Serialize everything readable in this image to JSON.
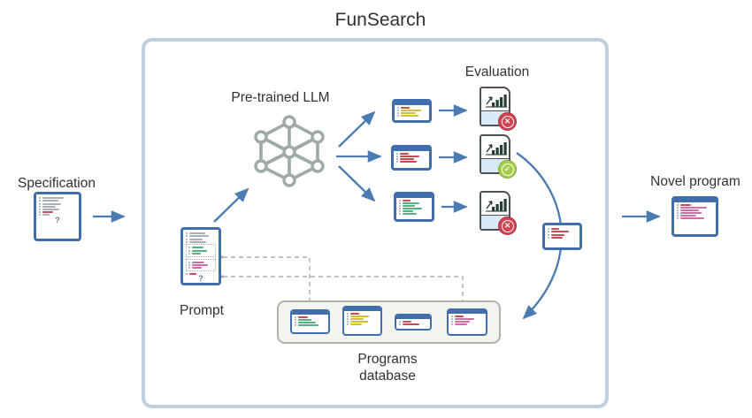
{
  "title": "FunSearch",
  "labels": {
    "specification": "Specification",
    "prompt": "Prompt",
    "pretrained_llm": "Pre-trained LLM",
    "evaluation": "Evaluation",
    "programs_database_line1": "Programs",
    "programs_database_line2": "database",
    "novel_program": "Novel program"
  },
  "glyphs": {
    "fail": "✕",
    "pass": "✓",
    "question": "?"
  },
  "evaluation_results": [
    "fail",
    "pass",
    "fail"
  ],
  "icons": {
    "spec_icon": "code-window-with-question",
    "prompt_icon": "code-window-with-dotted-slots",
    "llm_icon": "neural-network",
    "eval_icon": "bar-chart-document",
    "database_icon": "tray-of-code-windows",
    "novel_icon": "code-window"
  },
  "colors": {
    "text_dark": "#2e3236",
    "accent_blue": "#3f6eaa",
    "frame_border": "#c0cedf",
    "arrow_blue": "#4b7bb1",
    "dashed_gray": "#a8aeb4",
    "db_border": "#b2b2a8",
    "db_fill": "#f4f4ee",
    "page_border": "#4b5258",
    "page_fill": "#d9e9f5",
    "bar_dark": "#25402f",
    "badge_red": "#cf4452",
    "badge_red_dark": "#ad2f3e",
    "badge_green": "#a6ce4a",
    "badge_green_dark": "#82a833",
    "network_gray": "#9daaa6",
    "code_gray": "#a9b0b7",
    "code_red": "#cc4a52",
    "code_green": "#57b07f",
    "code_yellow": "#d2c03b",
    "code_pink": "#cf6fa8",
    "code_dot": "#b7bdc3"
  },
  "windows": {
    "spec_icon": {
      "question": "?",
      "groups": [
        {
          "dotted": false,
          "rows": [
            [
              "gray",
              58
            ],
            [
              "gray",
              42
            ],
            [
              "gray",
              50
            ],
            [
              "gray",
              36
            ],
            [
              "gray",
              46
            ],
            [
              "red",
              28
            ],
            [
              "gray",
              20
            ]
          ]
        }
      ]
    },
    "prompt_icon": {
      "question": "?",
      "groups": [
        {
          "dotted": false,
          "rows": [
            [
              "gray",
              52
            ],
            [
              "gray",
              64
            ],
            [
              "gray",
              44
            ],
            [
              "gray",
              56
            ]
          ]
        },
        {
          "dotted": true,
          "rows": [
            [
              "green",
              46
            ],
            [
              "green",
              62
            ],
            [
              "green",
              36
            ]
          ]
        },
        {
          "dotted": true,
          "rows": [
            [
              "pink",
              50
            ],
            [
              "pink",
              66
            ],
            [
              "pink",
              40
            ]
          ]
        },
        {
          "dotted": false,
          "rows": [
            [
              "red",
              24
            ]
          ]
        }
      ]
    },
    "out1": {
      "groups": [
        {
          "dotted": false,
          "rows": [
            [
              "red",
              30
            ],
            [
              "yellow",
              70
            ],
            [
              "yellow",
              52
            ],
            [
              "yellow",
              62
            ]
          ]
        }
      ]
    },
    "out2": {
      "groups": [
        {
          "dotted": false,
          "rows": [
            [
              "red",
              28
            ],
            [
              "red",
              66
            ],
            [
              "red",
              46
            ],
            [
              "red",
              56
            ]
          ]
        }
      ]
    },
    "out3": {
      "groups": [
        {
          "dotted": false,
          "rows": [
            [
              "red",
              26
            ],
            [
              "green",
              56
            ],
            [
              "green",
              40
            ],
            [
              "green",
              64
            ],
            [
              "green",
              36
            ],
            [
              "green",
              48
            ]
          ]
        }
      ]
    },
    "curve_box": {
      "groups": [
        {
          "dotted": false,
          "rows": [
            [
              "red",
              28
            ],
            [
              "red",
              62
            ],
            [
              "red",
              46
            ],
            [
              "red",
              38
            ]
          ]
        }
      ]
    },
    "db1": {
      "groups": [
        {
          "dotted": false,
          "rows": [
            [
              "red",
              30
            ],
            [
              "green",
              44
            ],
            [
              "green",
              56
            ],
            [
              "green",
              66
            ]
          ]
        }
      ]
    },
    "db2": {
      "groups": [
        {
          "dotted": false,
          "rows": [
            [
              "red",
              28
            ],
            [
              "yellow",
              60
            ],
            [
              "yellow",
              44
            ],
            [
              "yellow",
              56
            ],
            [
              "yellow",
              38
            ]
          ]
        }
      ]
    },
    "db3": {
      "groups": [
        {
          "dotted": false,
          "rows": [
            [
              "red",
              32
            ],
            [
              "red",
              58
            ]
          ]
        }
      ]
    },
    "db4": {
      "groups": [
        {
          "dotted": false,
          "rows": [
            [
              "red",
              28
            ],
            [
              "pink",
              62
            ],
            [
              "pink",
              46
            ],
            [
              "pink",
              38
            ]
          ]
        }
      ]
    },
    "novel_icon": {
      "groups": [
        {
          "dotted": false,
          "rows": [
            [
              "red",
              30
            ],
            [
              "pink",
              72
            ],
            [
              "pink",
              50
            ],
            [
              "pink",
              58
            ],
            [
              "pink",
              44
            ],
            [
              "pink",
              66
            ]
          ]
        }
      ]
    }
  }
}
